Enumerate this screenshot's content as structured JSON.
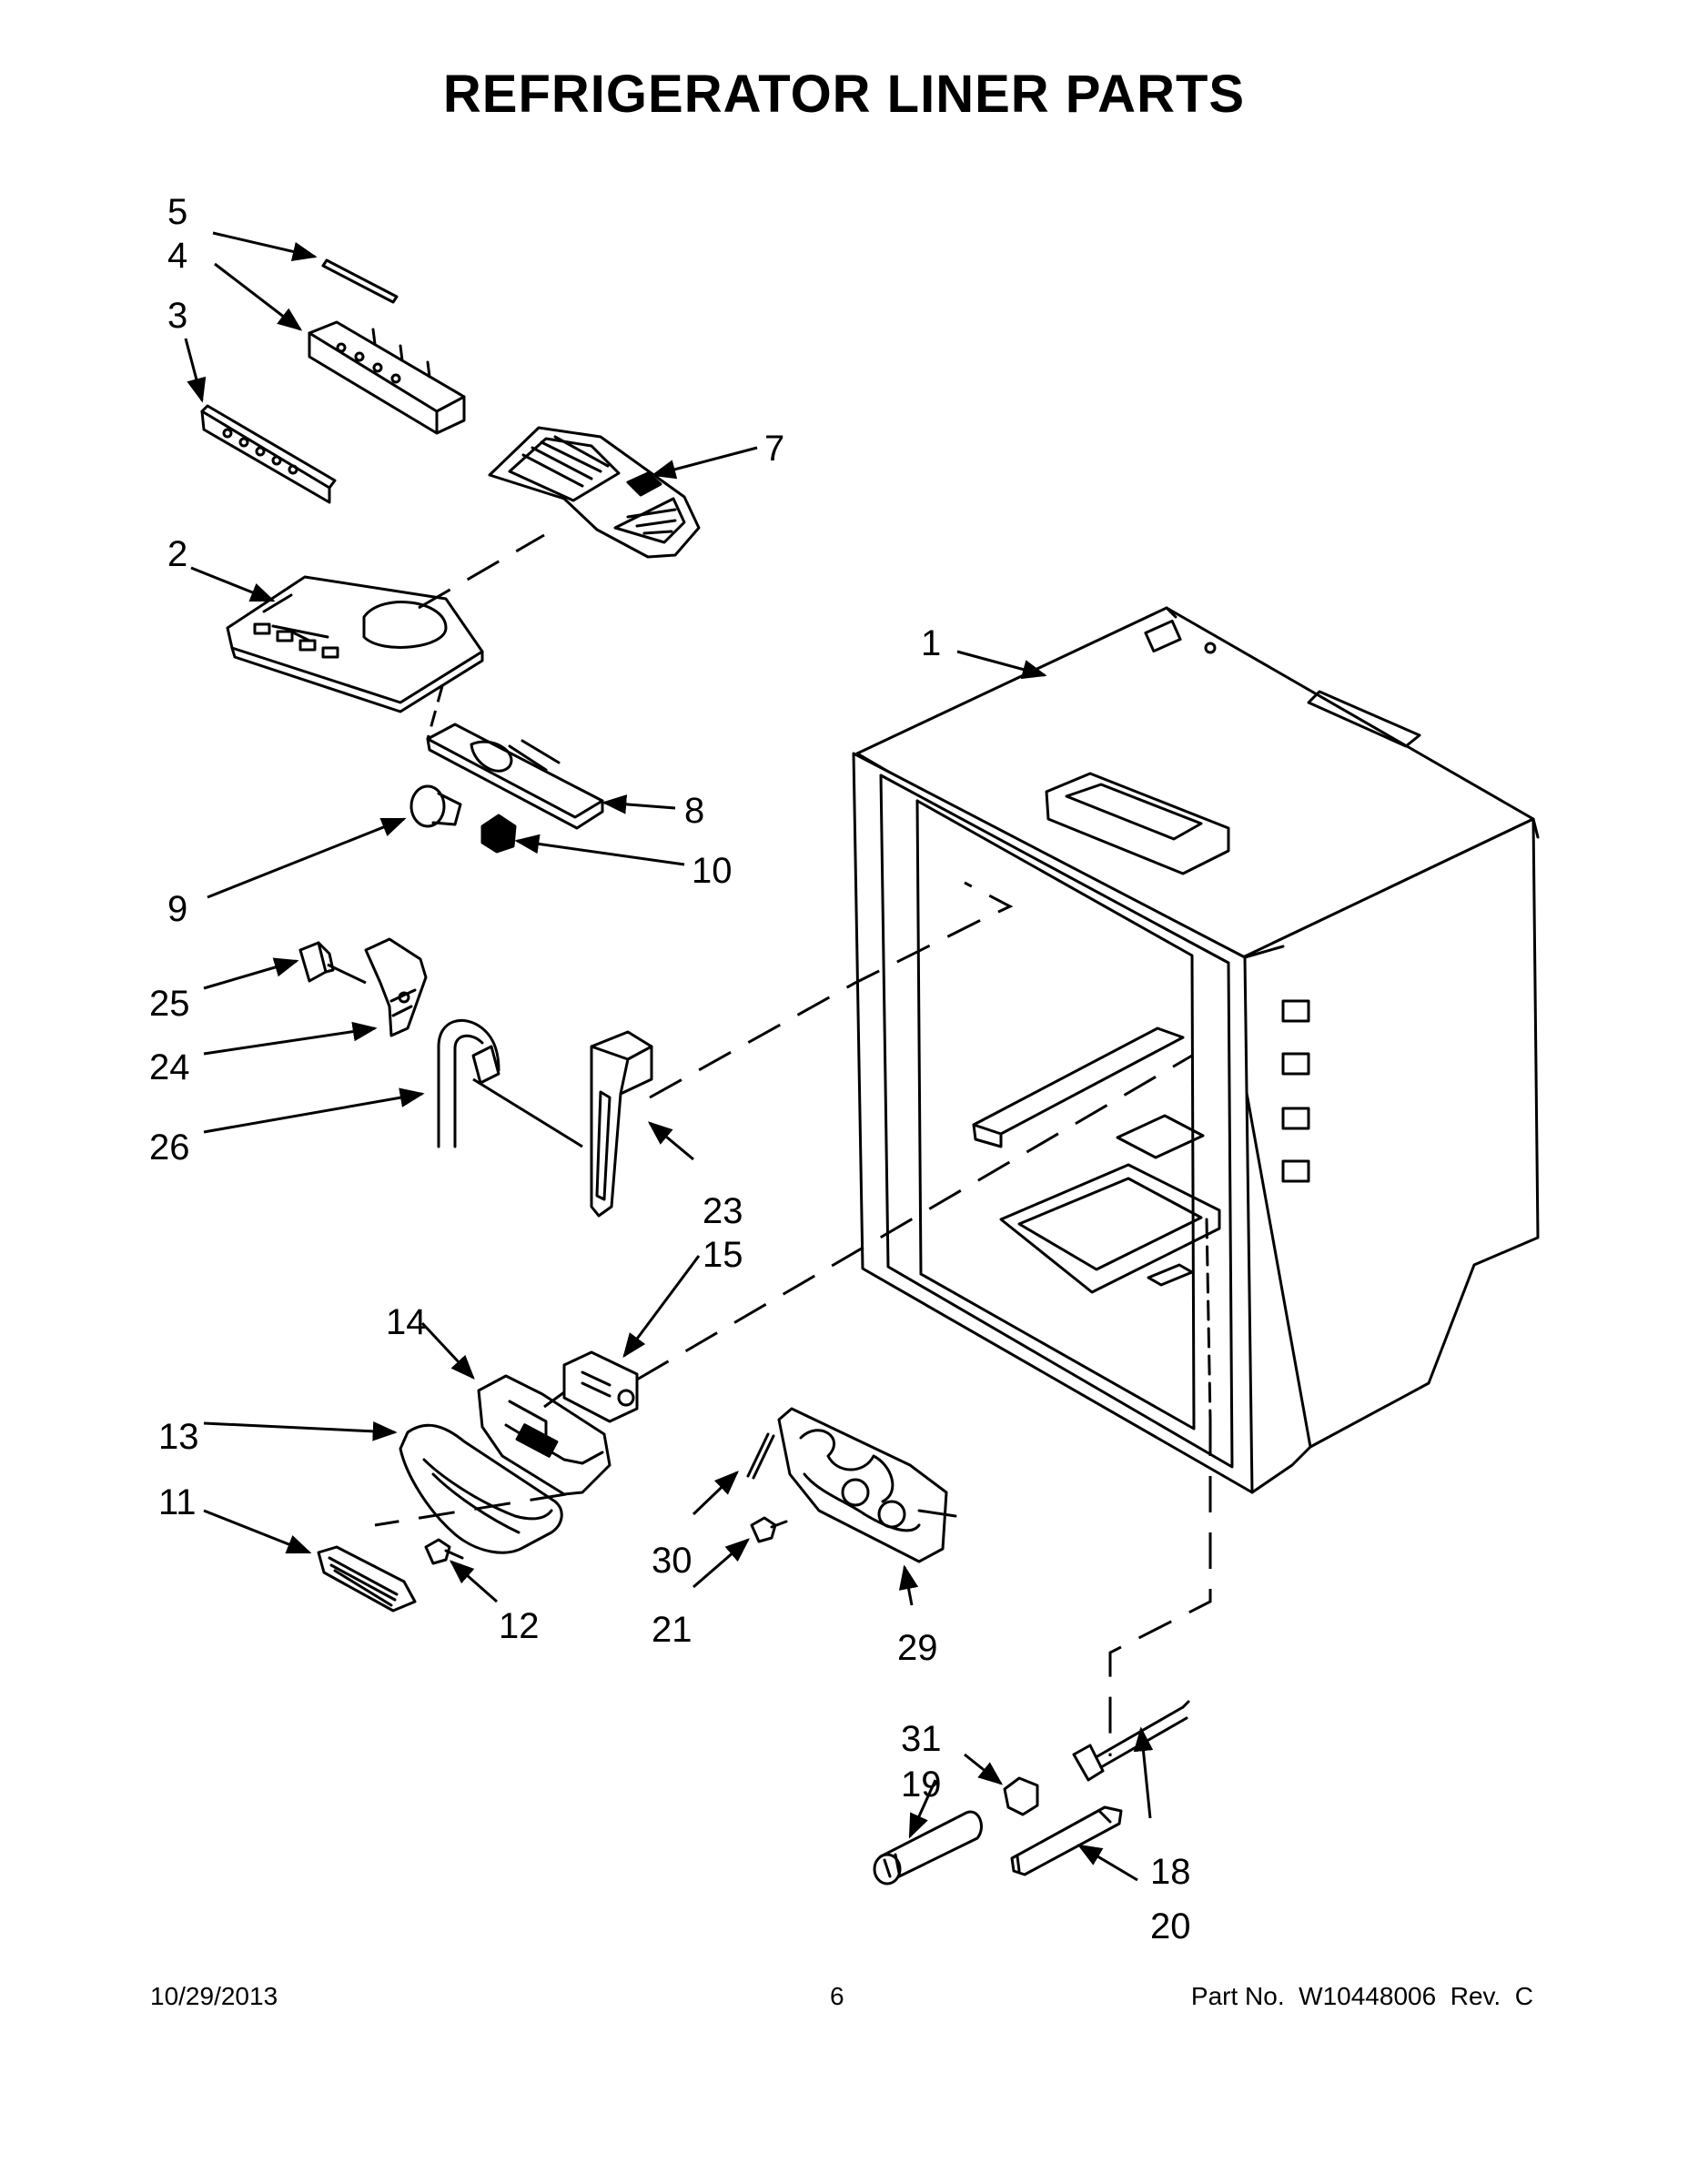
{
  "title": "REFRIGERATOR LINER PARTS",
  "callouts": [
    {
      "id": "c1",
      "label": "1"
    },
    {
      "id": "c2",
      "label": "2"
    },
    {
      "id": "c3",
      "label": "3"
    },
    {
      "id": "c4",
      "label": "4"
    },
    {
      "id": "c5",
      "label": "5"
    },
    {
      "id": "c7",
      "label": "7"
    },
    {
      "id": "c8",
      "label": "8"
    },
    {
      "id": "c9",
      "label": "9"
    },
    {
      "id": "c10",
      "label": "10"
    },
    {
      "id": "c11",
      "label": "11"
    },
    {
      "id": "c12",
      "label": "12"
    },
    {
      "id": "c13",
      "label": "13"
    },
    {
      "id": "c14",
      "label": "14"
    },
    {
      "id": "c15",
      "label": "15"
    },
    {
      "id": "c18",
      "label": "18"
    },
    {
      "id": "c19",
      "label": "19"
    },
    {
      "id": "c20",
      "label": "20"
    },
    {
      "id": "c21",
      "label": "21"
    },
    {
      "id": "c23",
      "label": "23"
    },
    {
      "id": "c24",
      "label": "24"
    },
    {
      "id": "c25",
      "label": "25"
    },
    {
      "id": "c26",
      "label": "26"
    },
    {
      "id": "c29",
      "label": "29"
    },
    {
      "id": "c30",
      "label": "30"
    },
    {
      "id": "c31",
      "label": "31"
    }
  ],
  "footer": {
    "date": "10/29/2013",
    "page": "6",
    "part_number": "Part No.  W10448006  Rev.  C"
  }
}
